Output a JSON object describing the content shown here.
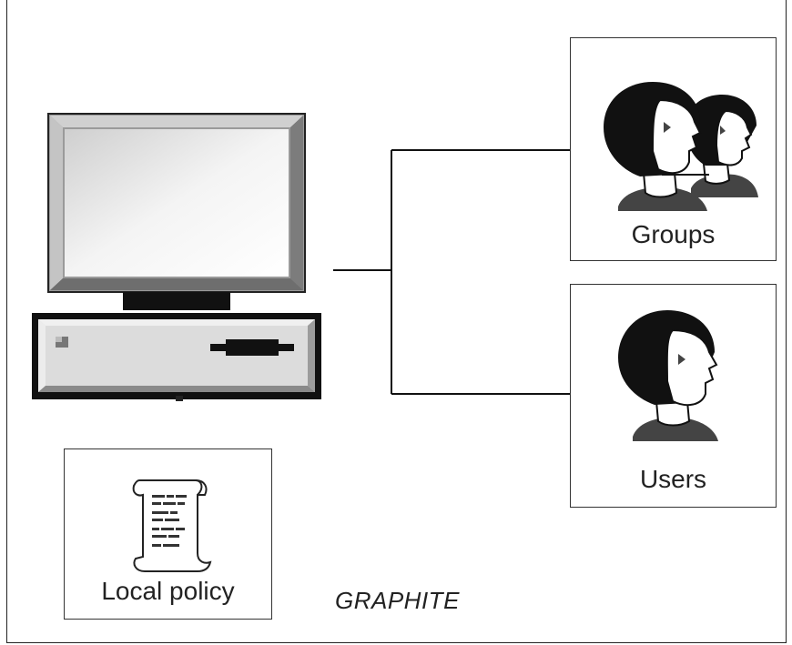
{
  "diagram": {
    "machine_name": "GRAPHITE",
    "nodes": {
      "groups": {
        "label": "Groups",
        "icon": "two-people-icon"
      },
      "users": {
        "label": "Users",
        "icon": "person-icon"
      },
      "local_policy": {
        "label": "Local policy",
        "icon": "scroll-document-icon"
      },
      "computer": {
        "icon": "desktop-computer-icon"
      }
    }
  }
}
